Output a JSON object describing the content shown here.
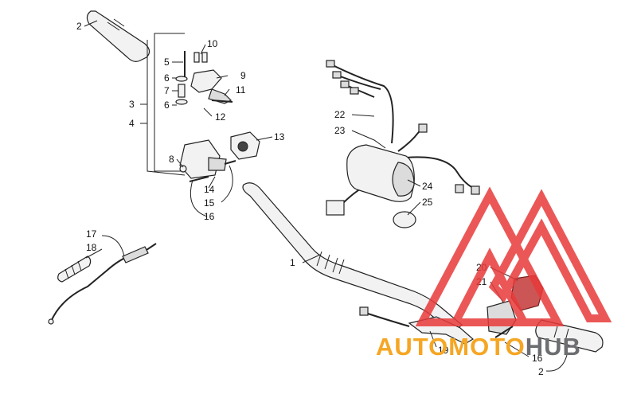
{
  "diagram": {
    "callouts": [
      {
        "id": "c2a",
        "text": "2"
      },
      {
        "id": "c10",
        "text": "10"
      },
      {
        "id": "c5",
        "text": "5"
      },
      {
        "id": "c9",
        "text": "9"
      },
      {
        "id": "c6a",
        "text": "6"
      },
      {
        "id": "c7",
        "text": "7"
      },
      {
        "id": "c11",
        "text": "11"
      },
      {
        "id": "c3",
        "text": "3"
      },
      {
        "id": "c6b",
        "text": "6"
      },
      {
        "id": "c12",
        "text": "12"
      },
      {
        "id": "c4",
        "text": "4"
      },
      {
        "id": "c13",
        "text": "13"
      },
      {
        "id": "c8",
        "text": "8"
      },
      {
        "id": "c14",
        "text": "14"
      },
      {
        "id": "c15",
        "text": "15"
      },
      {
        "id": "c16a",
        "text": "16"
      },
      {
        "id": "c17",
        "text": "17"
      },
      {
        "id": "c18",
        "text": "18"
      },
      {
        "id": "c1",
        "text": "1"
      },
      {
        "id": "c22",
        "text": "22"
      },
      {
        "id": "c23",
        "text": "23"
      },
      {
        "id": "c24",
        "text": "24"
      },
      {
        "id": "c25",
        "text": "25"
      },
      {
        "id": "c20",
        "text": "20"
      },
      {
        "id": "c21",
        "text": "21"
      },
      {
        "id": "c19",
        "text": "19"
      },
      {
        "id": "c16b",
        "text": "16"
      },
      {
        "id": "c2b",
        "text": "2"
      }
    ]
  },
  "watermark": {
    "text_main": "AUTOMOTO",
    "text_tail": "HUB",
    "colors": {
      "triangle": "#e8393a",
      "main": "#f5a623",
      "tail": "#6d6e71"
    }
  }
}
